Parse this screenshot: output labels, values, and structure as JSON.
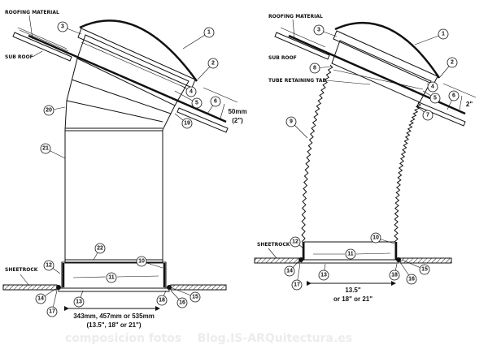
{
  "left_diagram": {
    "labels": {
      "roofing_material": "ROOFING MATERIAL",
      "sub_roof": "SUB ROOF",
      "sheetrock": "SHEETROCK"
    },
    "offset": {
      "mm": "50mm",
      "inch": "(2\")"
    },
    "width_dimension": {
      "metric": "343mm, 457mm or 535mm",
      "imperial": "(13.5\", 18\" or 21\")"
    },
    "callouts": [
      "1",
      "2",
      "3",
      "4",
      "5",
      "6",
      "19",
      "20",
      "21",
      "22",
      "10",
      "11",
      "12",
      "13",
      "14",
      "17",
      "18",
      "16",
      "15"
    ]
  },
  "right_diagram": {
    "labels": {
      "roofing_material": "ROOFING MATERIAL",
      "sub_roof": "SUB ROOF",
      "tube_retaining_tab": "TUBE RETAINING TAB",
      "sheetrock": "SHEETROCK"
    },
    "offset": {
      "inch": "2\""
    },
    "width_dimension": {
      "line1": "13.5\"",
      "line2": "or 18\" or 21\""
    },
    "callouts": [
      "1",
      "2",
      "3",
      "4",
      "5",
      "6",
      "7",
      "8",
      "9",
      "10",
      "11",
      "12",
      "13",
      "14",
      "17",
      "18",
      "16",
      "15"
    ]
  },
  "watermark": "composicion fotos    Blog.IS-ARQuitectura.es"
}
